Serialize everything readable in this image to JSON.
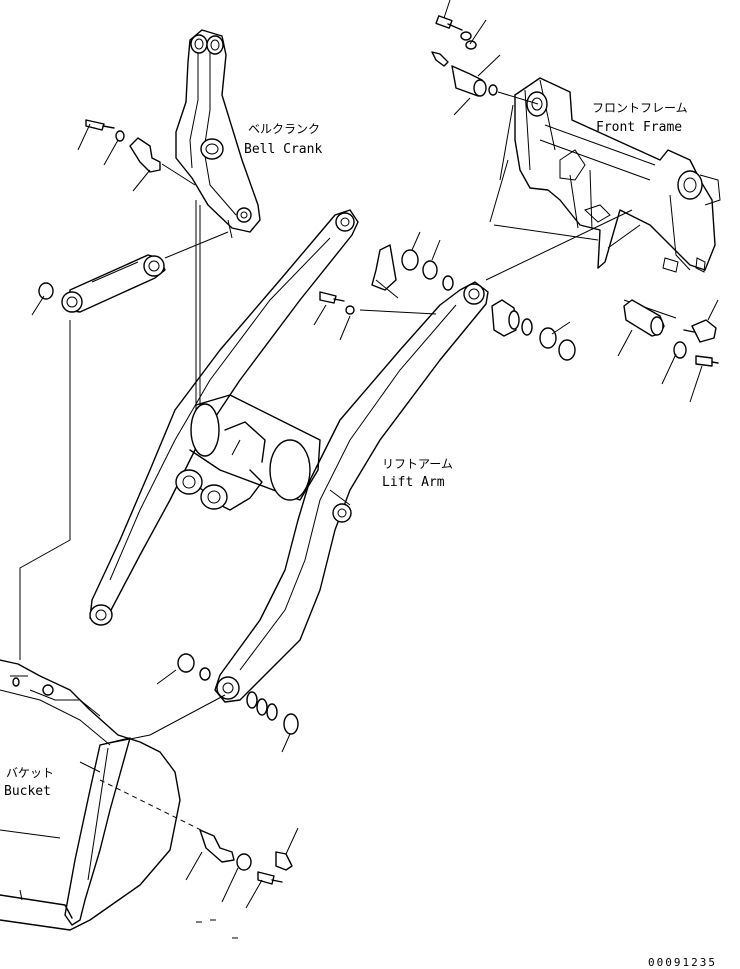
{
  "labels": {
    "bell_crank_jp": "ベルクランク",
    "bell_crank_en": "Bell Crank",
    "front_frame_jp": "フロントフレーム",
    "front_frame_en": "Front Frame",
    "lift_arm_jp": "リフトアーム",
    "lift_arm_en": "Lift Arm",
    "bucket_jp": "バケット",
    "bucket_en": "Bucket"
  },
  "drawing_number": "00091235"
}
